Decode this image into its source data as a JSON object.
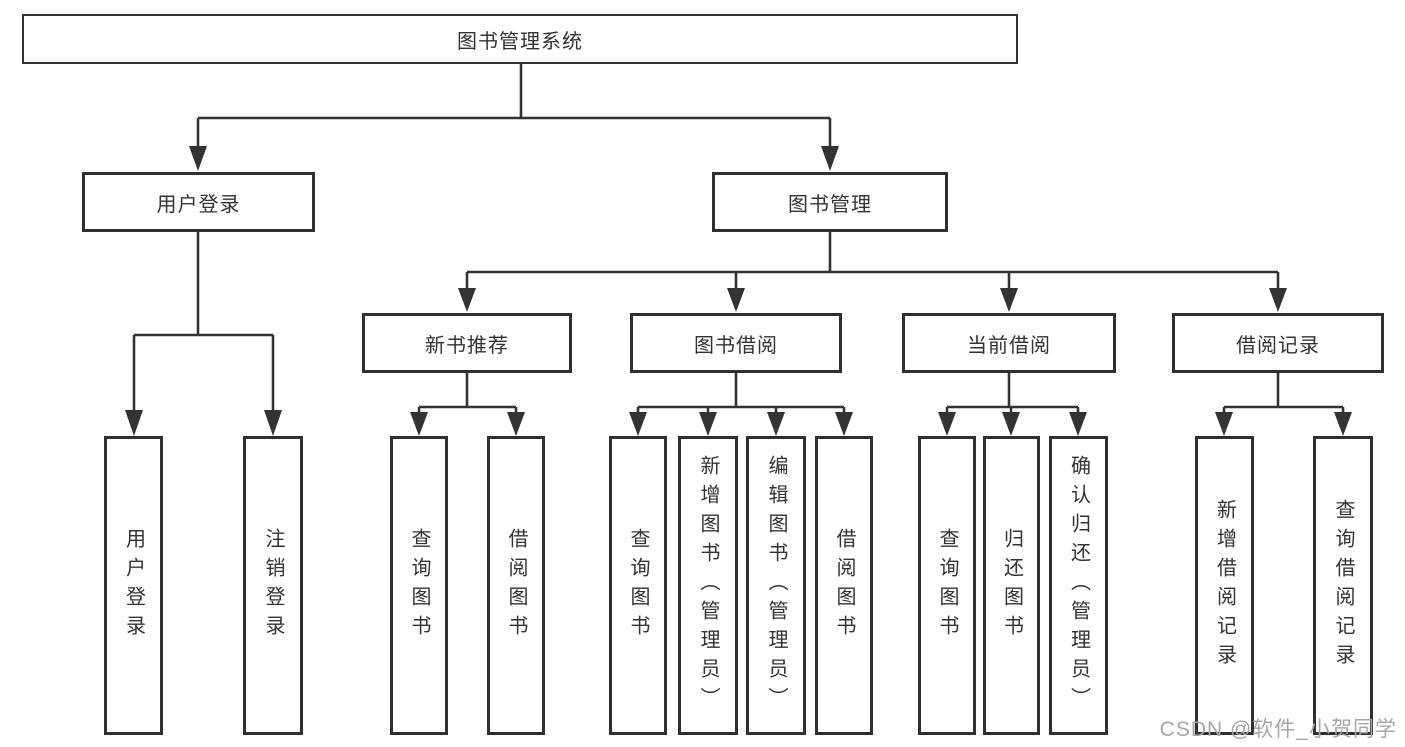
{
  "tree": {
    "root": "图书管理系统",
    "branches": [
      {
        "label": "用户登录",
        "leaves": [
          "用户登录",
          "注销登录"
        ]
      },
      {
        "label": "图书管理",
        "groups": [
          {
            "label": "新书推荐",
            "leaves": [
              "查询图书",
              "借阅图书"
            ]
          },
          {
            "label": "图书借阅",
            "leaves": [
              "查询图书",
              "新增图书（管理员）",
              "编辑图书（管理员）",
              "借阅图书"
            ]
          },
          {
            "label": "当前借阅",
            "leaves": [
              "查询图书",
              "归还图书",
              "确认归还（管理员）"
            ]
          },
          {
            "label": "借阅记录",
            "leaves": [
              "新增借阅记录",
              "查询借阅记录"
            ]
          }
        ]
      }
    ]
  },
  "watermark": "CSDN @软件_小贺同学",
  "colors": {
    "line": "#333333",
    "box_border": "#2f2f2f",
    "text": "#333333",
    "watermark": "#a6a6a6",
    "background": "#ffffff"
  }
}
